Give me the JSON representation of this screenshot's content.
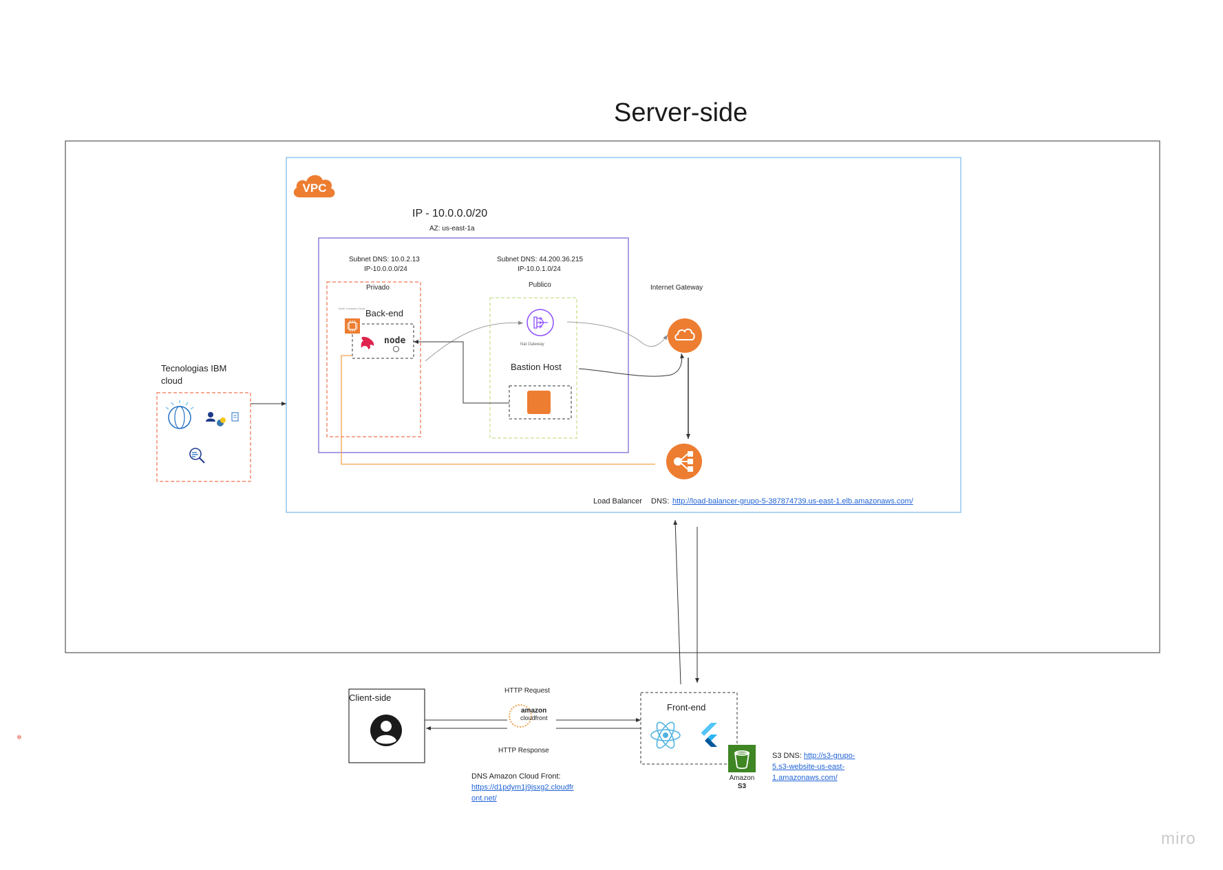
{
  "page": {
    "title": "Server-side",
    "watermark": "miro"
  },
  "vpc": {
    "badge": "VPC",
    "ip": "IP - 10.0.0.0/20",
    "az": "AZ: us-east-1a"
  },
  "private_subnet": {
    "dns": "Subnet DNS: 10.0.2.13",
    "ip": "IP-10.0.0.0/24",
    "label": "Privado",
    "backend_label": "Back-end",
    "compute_caption": "Node Compute Cloud",
    "node_text": "node"
  },
  "public_subnet": {
    "dns": "Subnet DNS: 44.200.36.215",
    "ip": "IP-10.0.1.0/24",
    "label": "Publico",
    "nat_caption": "Nat Gateway",
    "bastion_label": "Bastion Host"
  },
  "internet_gateway": {
    "label": "Internet Gateway"
  },
  "load_balancer": {
    "label": "Load Balancer",
    "dns_label": "DNS:",
    "dns_url": "http://load-balancer-grupo-5-387874739.us-east-1.elb.amazonaws.com/"
  },
  "ibm": {
    "label_line1": "Tecnologias IBM",
    "label_line2": "cloud"
  },
  "client": {
    "label": "Client-side"
  },
  "cloudfront": {
    "request_label": "HTTP Request",
    "response_label": "HTTP Response",
    "logo_line1": "amazon",
    "logo_line2": "cloudfront",
    "dns_label": "DNS Amazon Cloud Front:",
    "dns_url_line1": "https://d1pdym1j9jsxg2.cloudfr",
    "dns_url_line2": "ont.net/"
  },
  "frontend": {
    "label": "Front-end"
  },
  "s3": {
    "caption_line1": "Amazon",
    "caption_line2": "S3",
    "dns_label": "S3 DNS:",
    "dns_url_line1": "http://s3-grupo-",
    "dns_url_line2": "5.s3-website-us-east-",
    "dns_url_line3": "1.amazonaws.com/"
  },
  "colors": {
    "aws_orange": "#ed7d31",
    "vpc_border": "#93c5f0",
    "subnet_border": "#8a7fd8",
    "private_border": "#f07350",
    "public_border": "#c7e08a",
    "connector_gray": "#9e9e9e",
    "connector_orange": "#f0a04b",
    "link_blue": "#1f62d6",
    "s3_green": "#3f8624",
    "react_blue": "#4fb3e0",
    "flutter_blue": "#2aa7e6",
    "ibm_blue": "#1f6fc4"
  }
}
